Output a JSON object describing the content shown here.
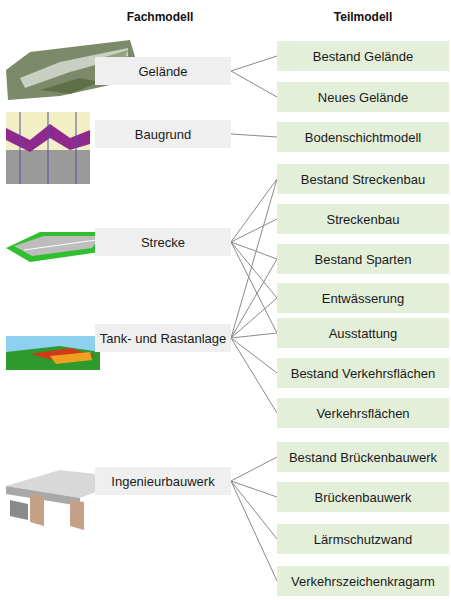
{
  "diagram": {
    "nodes": [
      {
        "text": [
          "Gelände"
        ]
      },
      {
        "text": [
          "Baugrund"
        ]
      },
      {
        "text": [
          "Strecke"
        ]
      },
      {
        "text": [
          "Tank- und Rastanlage"
        ]
      },
      {
        "text": [
          "Ingenieurbauwerk"
        ]
      },
      {
        "text": [
          "Bestand Gelände"
        ]
      },
      {
        "text": [
          "Neues Gelände"
        ]
      },
      {
        "text": [
          "Bodenschichtmodell"
        ]
      },
      {
        "text": [
          "Bestand Streckenbau"
        ]
      },
      {
        "text": [
          "Streckenbau"
        ]
      },
      {
        "text": [
          "Bestand Sparten"
        ]
      },
      {
        "text": [
          "Entwässerung"
        ]
      },
      {
        "text": [
          "Ausstattung"
        ]
      },
      {
        "text": [
          "Bestand Verkehrsflächen"
        ]
      },
      {
        "text": [
          "Verkehrsflächen"
        ]
      },
      {
        "text": [
          "Bestand Brückenbauwerk"
        ]
      },
      {
        "text": [
          "Brückenbauwerk"
        ]
      },
      {
        "text": [
          "Lärmschutzwand"
        ]
      },
      {
        "text": [
          "Verkehrszeichenkragarm"
        ]
      }
    ],
    "edges": [
      {
        "from": 0,
        "to": 5,
        "arrow": "none"
      },
      {
        "from": 0,
        "to": 6,
        "arrow": "none"
      },
      {
        "from": 1,
        "to": 7,
        "arrow": "none"
      },
      {
        "from": 2,
        "to": 8,
        "arrow": "none"
      },
      {
        "from": 2,
        "to": 9,
        "arrow": "none"
      },
      {
        "from": 2,
        "to": 10,
        "arrow": "none"
      },
      {
        "from": 2,
        "to": 11,
        "arrow": "none"
      },
      {
        "from": 2,
        "to": 12,
        "arrow": "none"
      },
      {
        "from": 3,
        "to": 8,
        "arrow": "none"
      },
      {
        "from": 3,
        "to": 10,
        "arrow": "none"
      },
      {
        "from": 3,
        "to": 11,
        "arrow": "none"
      },
      {
        "from": 3,
        "to": 12,
        "arrow": "none"
      },
      {
        "from": 3,
        "to": 13,
        "arrow": "none"
      },
      {
        "from": 3,
        "to": 14,
        "arrow": "none"
      },
      {
        "from": 4,
        "to": 15,
        "arrow": "none"
      },
      {
        "from": 4,
        "to": 16,
        "arrow": "none"
      },
      {
        "from": 4,
        "to": 17,
        "arrow": "none"
      },
      {
        "from": 4,
        "to": 18,
        "arrow": "none"
      }
    ],
    "labels": [
      "Fachmodell",
      "Teilmodell"
    ]
  }
}
